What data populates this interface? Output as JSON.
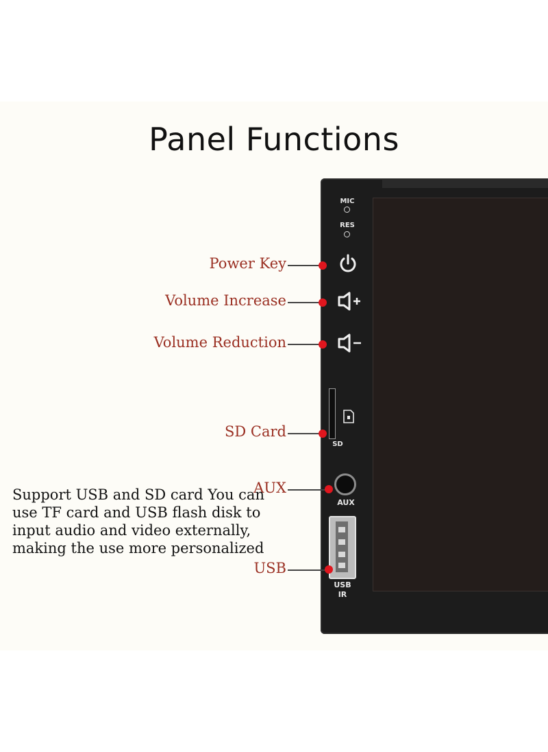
{
  "title": "Panel Functions",
  "device": {
    "labels": {
      "mic": "MIC",
      "res": "RES",
      "sd": "SD",
      "aux": "AUX",
      "usb": "USB",
      "ir": "IR"
    },
    "icons": [
      "power-icon",
      "volume-up-icon",
      "volume-down-icon",
      "sd-card-icon"
    ]
  },
  "callouts": {
    "power": "Power Key",
    "vol_up": "Volume Increase",
    "vol_down": "Volume Reduction",
    "sd": "SD Card",
    "aux": "AUX",
    "usb": "USB"
  },
  "note": "Support USB and SD card You can use TF card and USB flash disk to input audio and video externally, making the use more personalized",
  "colors": {
    "callout_text": "#9a2f22",
    "dot": "#e0161e",
    "device_body": "#1c1c1c",
    "screen": "#241d1b"
  }
}
